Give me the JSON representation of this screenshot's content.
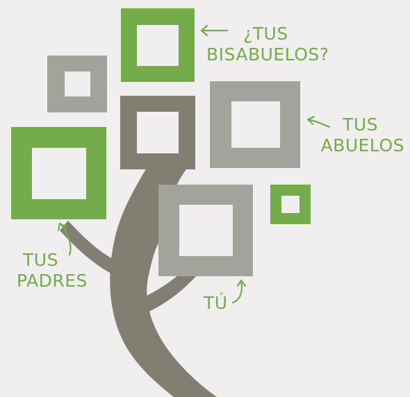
{
  "colors": {
    "background": "#f0eeee",
    "green": "#74ac4c",
    "gray_light": "#a2a39a",
    "gray_dark": "#817f71",
    "trunk": "#817f71"
  },
  "labels": {
    "great_grandparents": {
      "line1": "¿TUS",
      "line2": "BISABUELOS?"
    },
    "grandparents": {
      "line1": "TUS",
      "line2": "ABUELOS"
    },
    "parents": {
      "line1": "TUS",
      "line2": "PADRES"
    },
    "you": {
      "text": "TÚ"
    }
  },
  "icons": {
    "great_grandparents_arrow": "arrow-left-icon",
    "grandparents_arrow": "arrow-up-left-icon",
    "parents_arrow": "curved-arrow-up-icon",
    "you_arrow": "curved-arrow-up-icon"
  }
}
